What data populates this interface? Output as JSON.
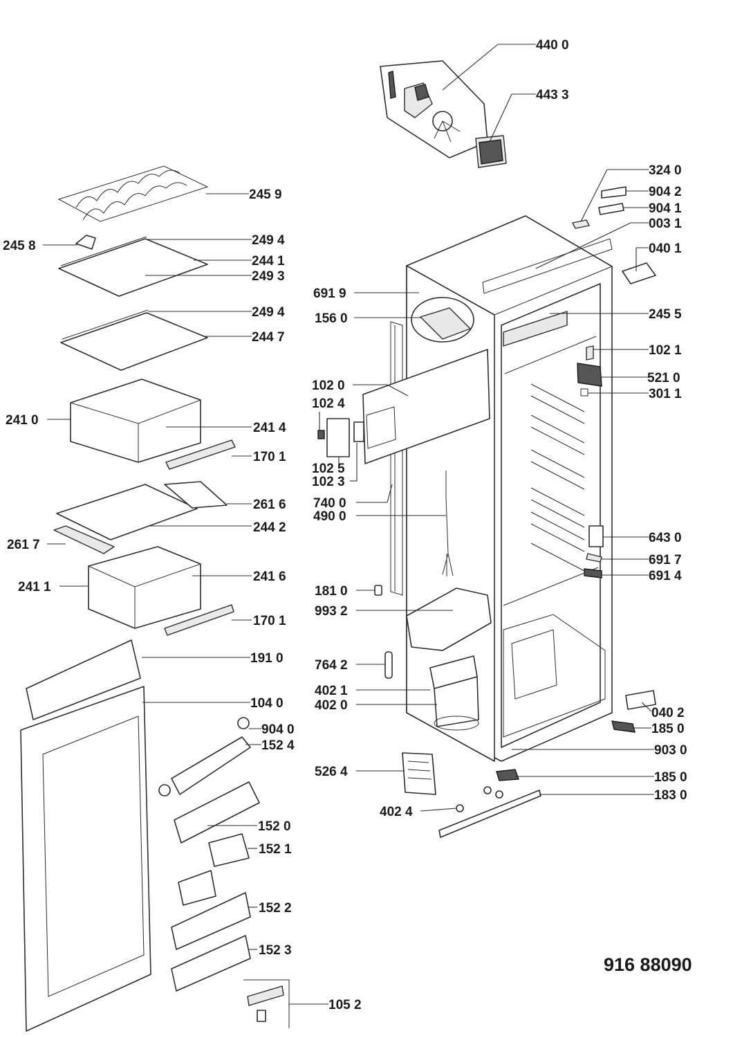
{
  "diagram_code": "916 88090",
  "callouts": [
    {
      "id": "c4400",
      "label": "440 0"
    },
    {
      "id": "c4433",
      "label": "443 3"
    },
    {
      "id": "c3240",
      "label": "324 0"
    },
    {
      "id": "c9042",
      "label": "904 2"
    },
    {
      "id": "c9041",
      "label": "904 1"
    },
    {
      "id": "c0031",
      "label": "003 1"
    },
    {
      "id": "c0401",
      "label": "040 1"
    },
    {
      "id": "c6919",
      "label": "691 9"
    },
    {
      "id": "c1560",
      "label": "156 0"
    },
    {
      "id": "c2455",
      "label": "245 5"
    },
    {
      "id": "c1021",
      "label": "102 1"
    },
    {
      "id": "c5210",
      "label": "521 0"
    },
    {
      "id": "c3011",
      "label": "301 1"
    },
    {
      "id": "c1020",
      "label": "102 0"
    },
    {
      "id": "c1024",
      "label": "102 4"
    },
    {
      "id": "c1025",
      "label": "102 5"
    },
    {
      "id": "c1023",
      "label": "102 3"
    },
    {
      "id": "c7400",
      "label": "740 0"
    },
    {
      "id": "c4900",
      "label": "490 0"
    },
    {
      "id": "c6430",
      "label": "643 0"
    },
    {
      "id": "c6917",
      "label": "691 7"
    },
    {
      "id": "c6914",
      "label": "691 4"
    },
    {
      "id": "c1810",
      "label": "181 0"
    },
    {
      "id": "c9932",
      "label": "993 2"
    },
    {
      "id": "c7642",
      "label": "764 2"
    },
    {
      "id": "c4021",
      "label": "402 1"
    },
    {
      "id": "c4020",
      "label": "402 0"
    },
    {
      "id": "c0402",
      "label": "040 2"
    },
    {
      "id": "c1850a",
      "label": "185 0"
    },
    {
      "id": "c9030",
      "label": "903 0"
    },
    {
      "id": "c5264",
      "label": "526 4"
    },
    {
      "id": "c1850b",
      "label": "185 0"
    },
    {
      "id": "c1830",
      "label": "183 0"
    },
    {
      "id": "c4024",
      "label": "402 4"
    },
    {
      "id": "c2459",
      "label": "245 9"
    },
    {
      "id": "c2458",
      "label": "245 8"
    },
    {
      "id": "c2494a",
      "label": "249 4"
    },
    {
      "id": "c2441",
      "label": "244 1"
    },
    {
      "id": "c2493",
      "label": "249 3"
    },
    {
      "id": "c2494b",
      "label": "249 4"
    },
    {
      "id": "c2447",
      "label": "244 7"
    },
    {
      "id": "c2410",
      "label": "241 0"
    },
    {
      "id": "c2414",
      "label": "241 4"
    },
    {
      "id": "c1701a",
      "label": "170 1"
    },
    {
      "id": "c2616",
      "label": "261 6"
    },
    {
      "id": "c2442",
      "label": "244 2"
    },
    {
      "id": "c2617",
      "label": "261 7"
    },
    {
      "id": "c2411",
      "label": "241 1"
    },
    {
      "id": "c2416",
      "label": "241 6"
    },
    {
      "id": "c1701b",
      "label": "170 1"
    },
    {
      "id": "c1910",
      "label": "191 0"
    },
    {
      "id": "c1040",
      "label": "104 0"
    },
    {
      "id": "c9040",
      "label": "904 0"
    },
    {
      "id": "c1524",
      "label": "152 4"
    },
    {
      "id": "c1520",
      "label": "152 0"
    },
    {
      "id": "c1521",
      "label": "152 1"
    },
    {
      "id": "c1522",
      "label": "152 2"
    },
    {
      "id": "c1523",
      "label": "152 3"
    },
    {
      "id": "c1052",
      "label": "105 2"
    }
  ]
}
